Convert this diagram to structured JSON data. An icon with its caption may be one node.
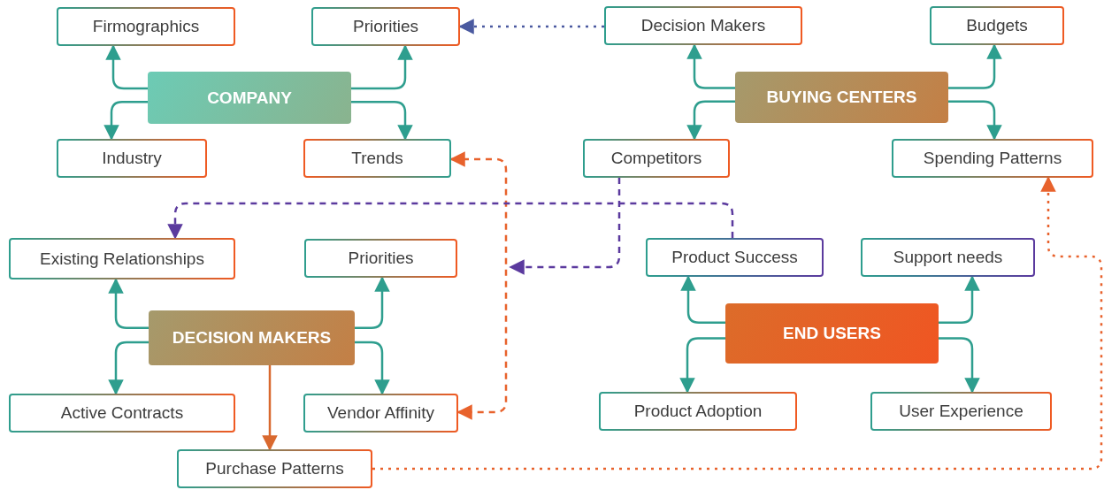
{
  "diagram": {
    "nodes": [
      {
        "text": [
          "COMPANY"
        ]
      },
      {
        "text": [
          "Firmographics"
        ]
      },
      {
        "text": [
          "Priorities"
        ]
      },
      {
        "text": [
          "Industry"
        ]
      },
      {
        "text": [
          "Trends"
        ]
      },
      {
        "text": [
          "BUYING CENTERS"
        ]
      },
      {
        "text": [
          "Decision Makers"
        ]
      },
      {
        "text": [
          "Budgets"
        ]
      },
      {
        "text": [
          "Competitors"
        ]
      },
      {
        "text": [
          "Spending Patterns"
        ]
      },
      {
        "text": [
          "DECISION MAKERS"
        ]
      },
      {
        "text": [
          "Existing Relationships"
        ]
      },
      {
        "text": [
          "Priorities"
        ]
      },
      {
        "text": [
          "Active Contracts"
        ]
      },
      {
        "text": [
          "Vendor Affinity"
        ]
      },
      {
        "text": [
          "Purchase Patterns"
        ]
      },
      {
        "text": [
          "END USERS"
        ]
      },
      {
        "text": [
          "Product Success"
        ]
      },
      {
        "text": [
          "Support needs"
        ]
      },
      {
        "text": [
          "Product Adoption"
        ]
      },
      {
        "text": [
          "User Experience"
        ]
      }
    ],
    "edges": [
      {
        "from": 0,
        "to": 1,
        "arrow": "to"
      },
      {
        "from": 0,
        "to": 2,
        "arrow": "to"
      },
      {
        "from": 0,
        "to": 3,
        "arrow": "to"
      },
      {
        "from": 0,
        "to": 4,
        "arrow": "to"
      },
      {
        "from": 5,
        "to": 6,
        "arrow": "to"
      },
      {
        "from": 5,
        "to": 7,
        "arrow": "to"
      },
      {
        "from": 5,
        "to": 8,
        "arrow": "to"
      },
      {
        "from": 5,
        "to": 9,
        "arrow": "to"
      },
      {
        "from": 10,
        "to": 11,
        "arrow": "to"
      },
      {
        "from": 10,
        "to": 12,
        "arrow": "to"
      },
      {
        "from": 10,
        "to": 13,
        "arrow": "to"
      },
      {
        "from": 10,
        "to": 14,
        "arrow": "to"
      },
      {
        "from": 10,
        "to": 15,
        "arrow": "to",
        "color": "#d9692f"
      },
      {
        "from": 16,
        "to": 17,
        "arrow": "to"
      },
      {
        "from": 16,
        "to": 18,
        "arrow": "to"
      },
      {
        "from": 16,
        "to": 19,
        "arrow": "to"
      },
      {
        "from": 16,
        "to": 20,
        "arrow": "to"
      },
      {
        "from": 6,
        "to": 2,
        "arrow": "to",
        "style": "dashed",
        "color": "#4b5aa0"
      },
      {
        "from": 4,
        "to": 14,
        "arrow": "both",
        "style": "dashed",
        "color": "#e8622c"
      },
      {
        "from": 8,
        "to": null,
        "arrow": "to",
        "style": "dashed",
        "color": "#5b3a9e"
      },
      {
        "from": 17,
        "to": 11,
        "arrow": "to",
        "style": "dashed",
        "color": "#5b3a9e"
      },
      {
        "from": 15,
        "to": 9,
        "arrow": "to",
        "style": "dashed",
        "color": "#e8622c"
      }
    ]
  }
}
